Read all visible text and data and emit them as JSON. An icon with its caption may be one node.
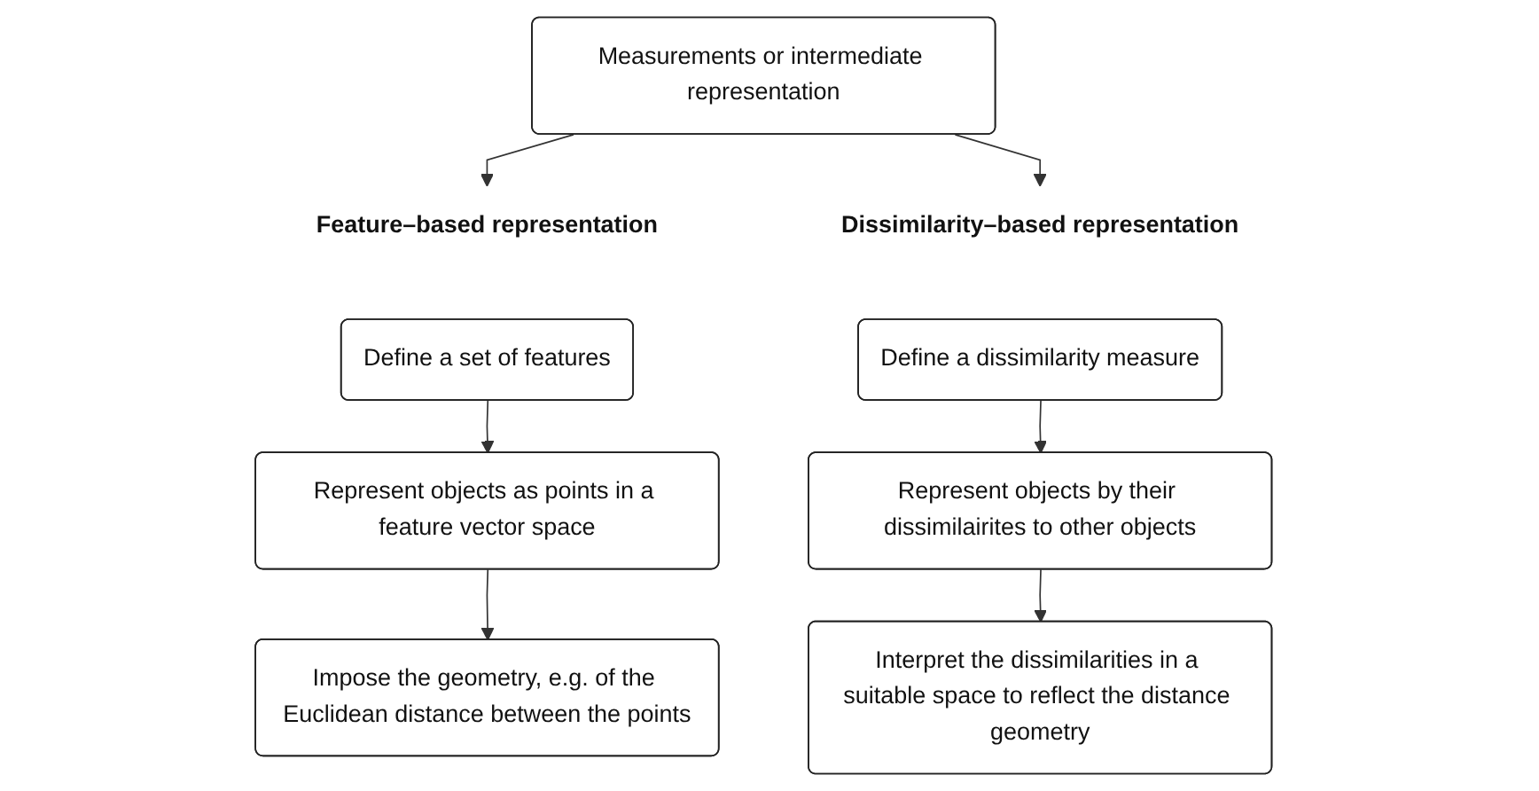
{
  "diagram": {
    "nodes": [
      {
        "text": [
          "Measurements or intermediate representation"
        ]
      },
      {
        "text": [
          "Feature–based representation"
        ]
      },
      {
        "text": [
          "Define a set of features"
        ]
      },
      {
        "text": [
          "Represent objects as points in a feature vector space"
        ]
      },
      {
        "text": [
          "Impose the geometry, e.g. of the Euclidean distance between the points"
        ]
      },
      {
        "text": [
          "Dissimilarity–based representation"
        ]
      },
      {
        "text": [
          "Define a dissimilarity measure"
        ]
      },
      {
        "text": [
          "Represent objects by their dissimilairites to other objects"
        ]
      },
      {
        "text": [
          "Interpret the dissimilarities in a suitable space to reflect the distance geometry"
        ]
      }
    ],
    "edges": [
      {
        "from": 0,
        "to": 1,
        "arrow": "to"
      },
      {
        "from": 0,
        "to": 5,
        "arrow": "to"
      },
      {
        "from": 2,
        "to": 3,
        "arrow": "to"
      },
      {
        "from": 3,
        "to": 4,
        "arrow": "to"
      },
      {
        "from": 6,
        "to": 7,
        "arrow": "to"
      },
      {
        "from": 7,
        "to": 8,
        "arrow": "to"
      }
    ]
  }
}
